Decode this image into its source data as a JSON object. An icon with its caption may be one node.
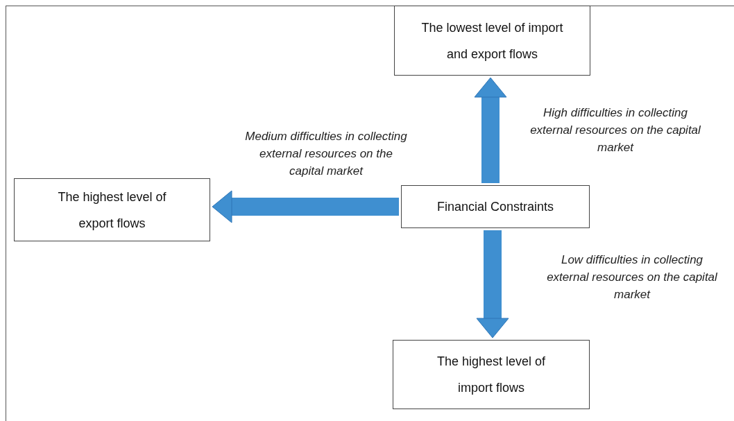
{
  "diagram": {
    "nodes": [
      {
        "text": [
          "Financial Constraints"
        ]
      },
      {
        "text": [
          "The lowest level of import and export flows"
        ]
      },
      {
        "text": [
          "The highest level of export flows"
        ]
      },
      {
        "text": [
          "The highest level of import flows"
        ]
      }
    ],
    "edges": [
      {
        "from": 0,
        "to": 1,
        "arrow": "to",
        "label": "High difficulties in collecting external resources on the capital market"
      },
      {
        "from": 0,
        "to": 2,
        "arrow": "to",
        "label": "Medium difficulties in collecting external resources on the capital market"
      },
      {
        "from": 0,
        "to": 3,
        "arrow": "to",
        "label": "Low difficulties in collecting external resources on the capital market"
      }
    ]
  }
}
